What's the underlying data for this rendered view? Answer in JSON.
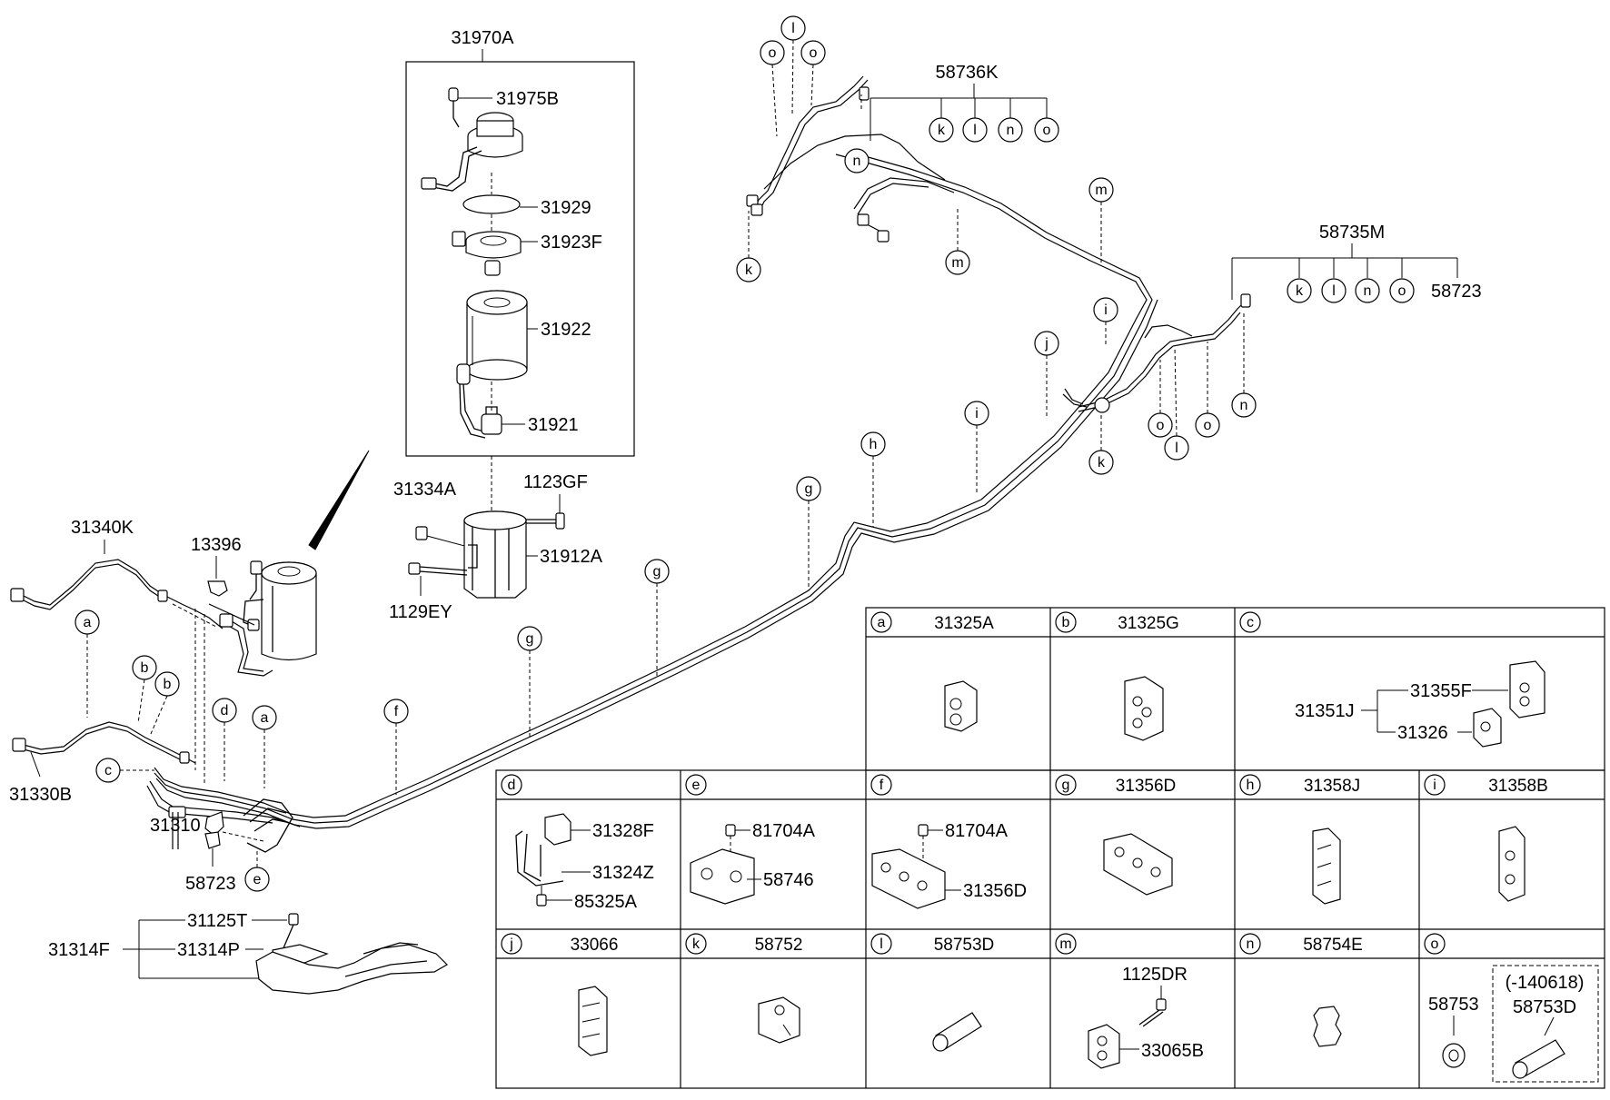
{
  "parts": {
    "p31970A": "31970A",
    "p31975B": "31975B",
    "p31929": "31929",
    "p31923F": "31923F",
    "p31922": "31922",
    "p31921": "31921",
    "p31334A": "31334A",
    "p1123GF": "1123GF",
    "p31912A": "31912A",
    "p1129EY": "1129EY",
    "p31340K": "31340K",
    "p13396": "13396",
    "p31330B": "31330B",
    "p31310": "31310",
    "p58723a": "58723",
    "p31125T": "31125T",
    "p31314F": "31314F",
    "p31314P": "31314P",
    "p58736K": "58736K",
    "p58735M": "58735M",
    "p58723b": "58723"
  },
  "callouts": {
    "a": "a",
    "b": "b",
    "c": "c",
    "d": "d",
    "e": "e",
    "f": "f",
    "g": "g",
    "h": "h",
    "i": "i",
    "j": "j",
    "k": "k",
    "l": "l",
    "m": "m",
    "n": "n",
    "o": "o"
  },
  "table": {
    "row1": [
      {
        "key": "a",
        "part": "31325A"
      },
      {
        "key": "b",
        "part": "31325G"
      },
      {
        "key": "c",
        "part": ""
      }
    ],
    "c_parts": {
      "p31351J": "31351J",
      "p31355F": "31355F",
      "p31326": "31326"
    },
    "row2": [
      {
        "key": "d",
        "part": ""
      },
      {
        "key": "e",
        "part": ""
      },
      {
        "key": "f",
        "part": ""
      },
      {
        "key": "g",
        "part": "31356D"
      },
      {
        "key": "h",
        "part": "31358J"
      },
      {
        "key": "i",
        "part": "31358B"
      }
    ],
    "d_parts": {
      "p31328F": "31328F",
      "p31324Z": "31324Z",
      "p85325A": "85325A"
    },
    "e_parts": {
      "p81704A": "81704A",
      "p58746": "58746"
    },
    "f_parts": {
      "p81704A": "81704A",
      "p31356D": "31356D"
    },
    "row3": [
      {
        "key": "j",
        "part": "33066"
      },
      {
        "key": "k",
        "part": "58752"
      },
      {
        "key": "l",
        "part": "58753D"
      },
      {
        "key": "m",
        "part": ""
      },
      {
        "key": "n",
        "part": "58754E"
      },
      {
        "key": "o",
        "part": ""
      }
    ],
    "m_parts": {
      "p1125DR": "1125DR",
      "p33065B": "33065B"
    },
    "o_parts": {
      "p58753": "58753",
      "note": "(-140618)",
      "p58753D": "58753D"
    }
  }
}
